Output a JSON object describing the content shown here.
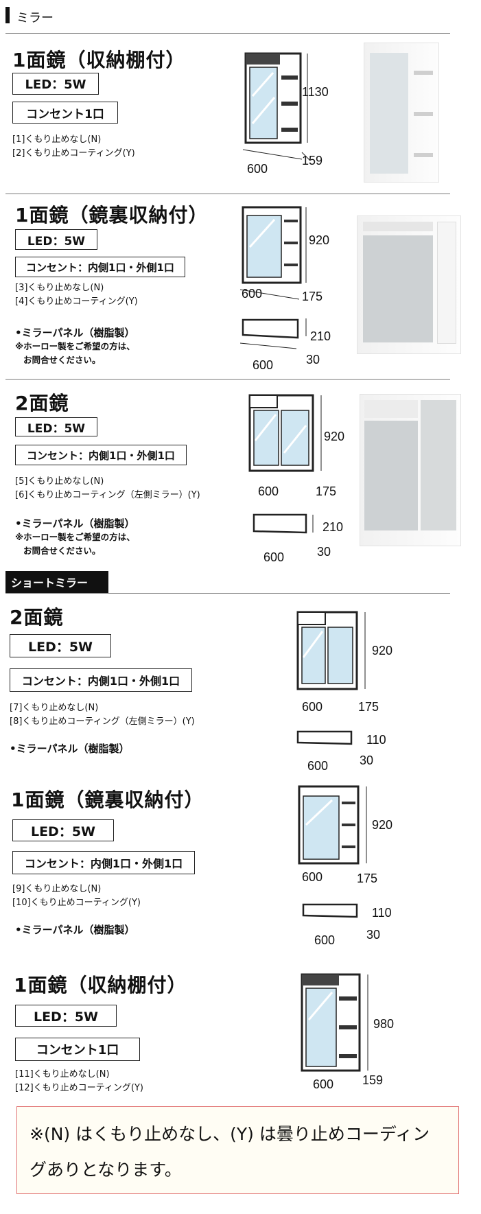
{
  "header": {
    "title": "ミラー"
  },
  "short_banner": {
    "label": "ショートミラー"
  },
  "products": [
    {
      "title": "1面鏡（収納棚付）",
      "led": "LED：5W",
      "outlet": "コンセント1口",
      "notes": [
        "[1]くもり止めなし(N)",
        "[2]くもり止めコーティング(Y)"
      ],
      "dims": {
        "height": "1130",
        "width": "600",
        "depth": "159"
      }
    },
    {
      "title": "1面鏡（鏡裏収納付）",
      "led": "LED：5W",
      "outlet": "コンセント：内側1口・外側1口",
      "notes": [
        "[3]くもり止めなし(N)",
        "[4]くもり止めコーティング(Y)"
      ],
      "dims": {
        "height": "920",
        "width": "600",
        "depth": "175"
      },
      "panel": {
        "label": "•ミラーパネル（樹脂製）",
        "note1": "※ホーロー製をご希望の方は、",
        "note2": "お問合せください。",
        "height": "210",
        "width": "600",
        "depth": "30"
      }
    },
    {
      "title": "2面鏡",
      "led": "LED：5W",
      "outlet": "コンセント：内側1口・外側1口",
      "notes": [
        "[5]くもり止めなし(N)",
        "[6]くもり止めコーティング（左側ミラー）(Y)"
      ],
      "dims": {
        "height": "920",
        "width": "600",
        "depth": "175"
      },
      "panel": {
        "label": "•ミラーパネル（樹脂製）",
        "note1": "※ホーロー製をご希望の方は、",
        "note2": "お問合せください。",
        "height": "210",
        "width": "600",
        "depth": "30"
      }
    },
    {
      "title": "2面鏡",
      "led": "LED：5W",
      "outlet": "コンセント：内側1口・外側1口",
      "notes": [
        "[7]くもり止めなし(N)",
        "[8]くもり止めコーティング（左側ミラー）(Y)"
      ],
      "dims": {
        "height": "920",
        "width": "600",
        "depth": "175"
      },
      "panel": {
        "label": "•ミラーパネル（樹脂製）",
        "height": "110",
        "width": "600",
        "depth": "30"
      }
    },
    {
      "title": "1面鏡（鏡裏収納付）",
      "led": "LED：5W",
      "outlet": "コンセント：内側1口・外側1口",
      "notes": [
        "[9]くもり止めなし(N)",
        "[10]くもり止めコーティング(Y)"
      ],
      "dims": {
        "height": "920",
        "width": "600",
        "depth": "175"
      },
      "panel": {
        "label": "•ミラーパネル（樹脂製）",
        "height": "110",
        "width": "600",
        "depth": "30"
      }
    },
    {
      "title": "1面鏡（収納棚付）",
      "led": "LED：5W",
      "outlet": "コンセント1口",
      "notes": [
        "[11]くもり止めなし(N)",
        "[12]くもり止めコーティング(Y)"
      ],
      "dims": {
        "height": "980",
        "width": "600",
        "depth": "159"
      }
    }
  ],
  "footer": {
    "text": "※(N) はくもり止めなし、(Y) は曇り止めコーディングありとなります。"
  }
}
